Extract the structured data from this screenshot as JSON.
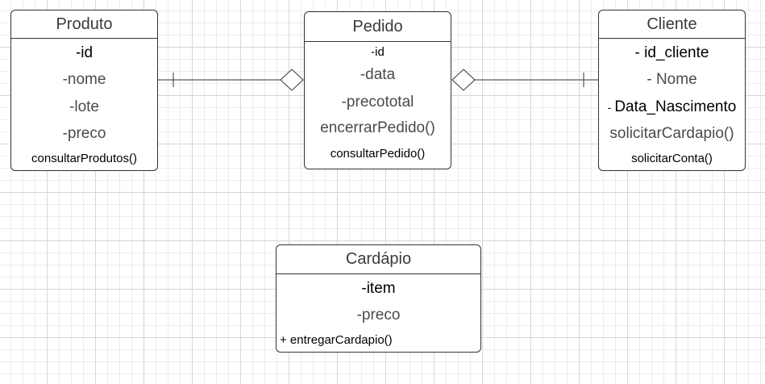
{
  "classes": {
    "produto": {
      "name": "Produto",
      "members": [
        "-id",
        "-nome",
        "-lote",
        "-preco",
        "consultarProdutos()"
      ]
    },
    "pedido": {
      "name": "Pedido",
      "members": [
        "-id",
        "-data",
        "-precototal",
        "encerrarPedido()",
        "consultarPedido()"
      ]
    },
    "cliente": {
      "name": "Cliente",
      "members": [
        "- id_cliente",
        "- Nome",
        "-",
        "Data_Nascimento",
        "solicitarCardapio()",
        "solicitarConta()"
      ]
    },
    "cardapio": {
      "name": "Cardápio",
      "members": [
        "-item",
        "-preco",
        "+ entregarCardapio()"
      ]
    }
  },
  "relations": [
    {
      "from": "Produto",
      "to": "Pedido",
      "type": "aggregation"
    },
    {
      "from": "Cliente",
      "to": "Pedido",
      "type": "aggregation"
    }
  ],
  "colors": {
    "line": "#333333",
    "text": "#000000",
    "muted_text": "#4a4a4a",
    "header_text": "#3a3a3a"
  }
}
